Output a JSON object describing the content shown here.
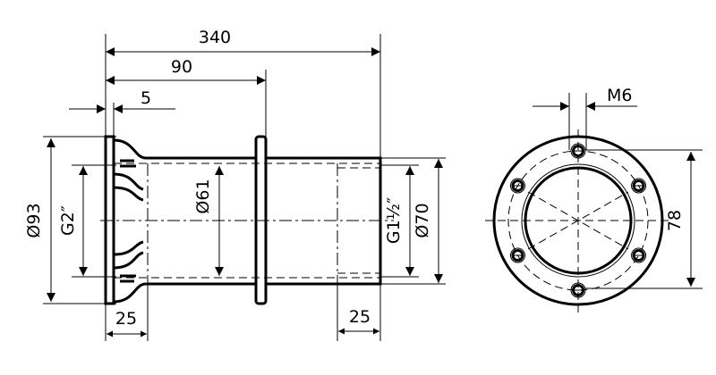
{
  "side_view": {
    "dim_overall_length": "340",
    "dim_flange_position": "90",
    "dim_flange_thickness": "5",
    "dim_outer_flange_diameter": "Ø93",
    "dim_inlet_thread": "G2″",
    "dim_bore_diameter": "Ø61",
    "dim_outlet_thread": "G1½″",
    "dim_outlet_thread_main": "G1",
    "dim_outlet_thread_frac_num": "1",
    "dim_outlet_thread_frac_den": "2",
    "dim_outlet_thread_quote": "″",
    "dim_outlet_diameter": "Ø70",
    "dim_inlet_thread_length": "25",
    "dim_outlet_thread_length": "25"
  },
  "front_view": {
    "dim_bolt_size": "M6",
    "dim_bolt_spacing": "78",
    "bolt_count": 6
  },
  "colors": {
    "ink": "#000000",
    "background": "#ffffff"
  }
}
